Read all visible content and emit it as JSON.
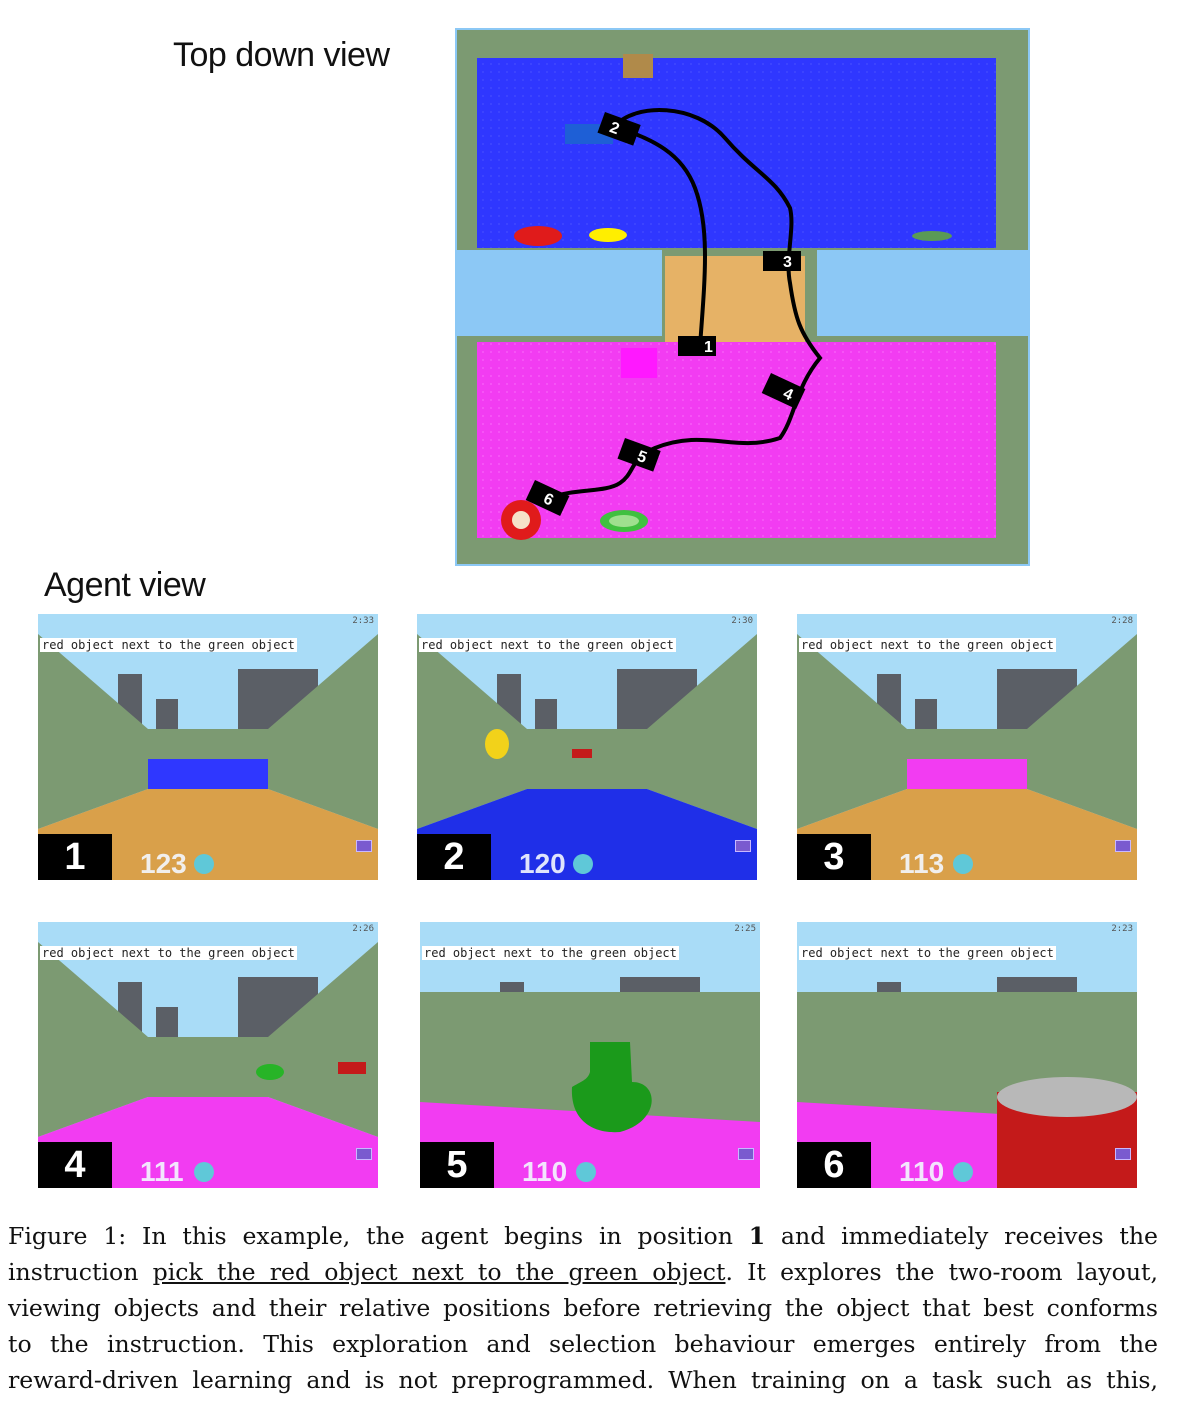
{
  "figure": {
    "top_label": "Top down view",
    "agent_label": "Agent view",
    "path_markers": [
      "1",
      "2",
      "3",
      "4",
      "5",
      "6"
    ]
  },
  "panels": [
    {
      "badge": "1",
      "score": "123",
      "instruction": "red object next to the green object",
      "clock": "2:33",
      "scene": "yellow-floor",
      "back": "blue"
    },
    {
      "badge": "2",
      "score": "120",
      "instruction": "red object next to the green object",
      "clock": "2:30",
      "scene": "blue-floor",
      "back": "none"
    },
    {
      "badge": "3",
      "score": "113",
      "instruction": "red object next to the green object",
      "clock": "2:28",
      "scene": "yellow-floor",
      "back": "magenta"
    },
    {
      "badge": "4",
      "score": "111",
      "instruction": "red object next to the green object",
      "clock": "2:26",
      "scene": "magenta-floor",
      "back": "wall"
    },
    {
      "badge": "5",
      "score": "110",
      "instruction": "red object next to the green object",
      "clock": "2:25",
      "scene": "magenta-floor",
      "back": "wall-close"
    },
    {
      "badge": "6",
      "score": "110",
      "instruction": "red object next to the green object",
      "clock": "2:23",
      "scene": "magenta-floor",
      "back": "wall-side"
    }
  ],
  "caption": {
    "l1a": "Figure 1:  In this example, the agent begins in position ",
    "l1b": "1",
    "l1c": " and immediately receives the",
    "l2a": "instruction ",
    "l2b": "pick the red object next to the green object",
    "l2c": ".  It explores the two-room layout,",
    "l3": "viewing objects and their relative positions before retrieving the object that best conforms",
    "l4": "to the instruction.  This exploration and selection behaviour emerges entirely from the",
    "l5": "reward-driven learning and is not preprogrammed.  When training on a task such as this,"
  },
  "colors": {
    "blue_room": "#2f37ff",
    "magenta_room": "#f23cf2",
    "corridor": "#e6b266",
    "wall": "#7c9a72",
    "sky": "#9fd3f5",
    "path": "#000000"
  }
}
